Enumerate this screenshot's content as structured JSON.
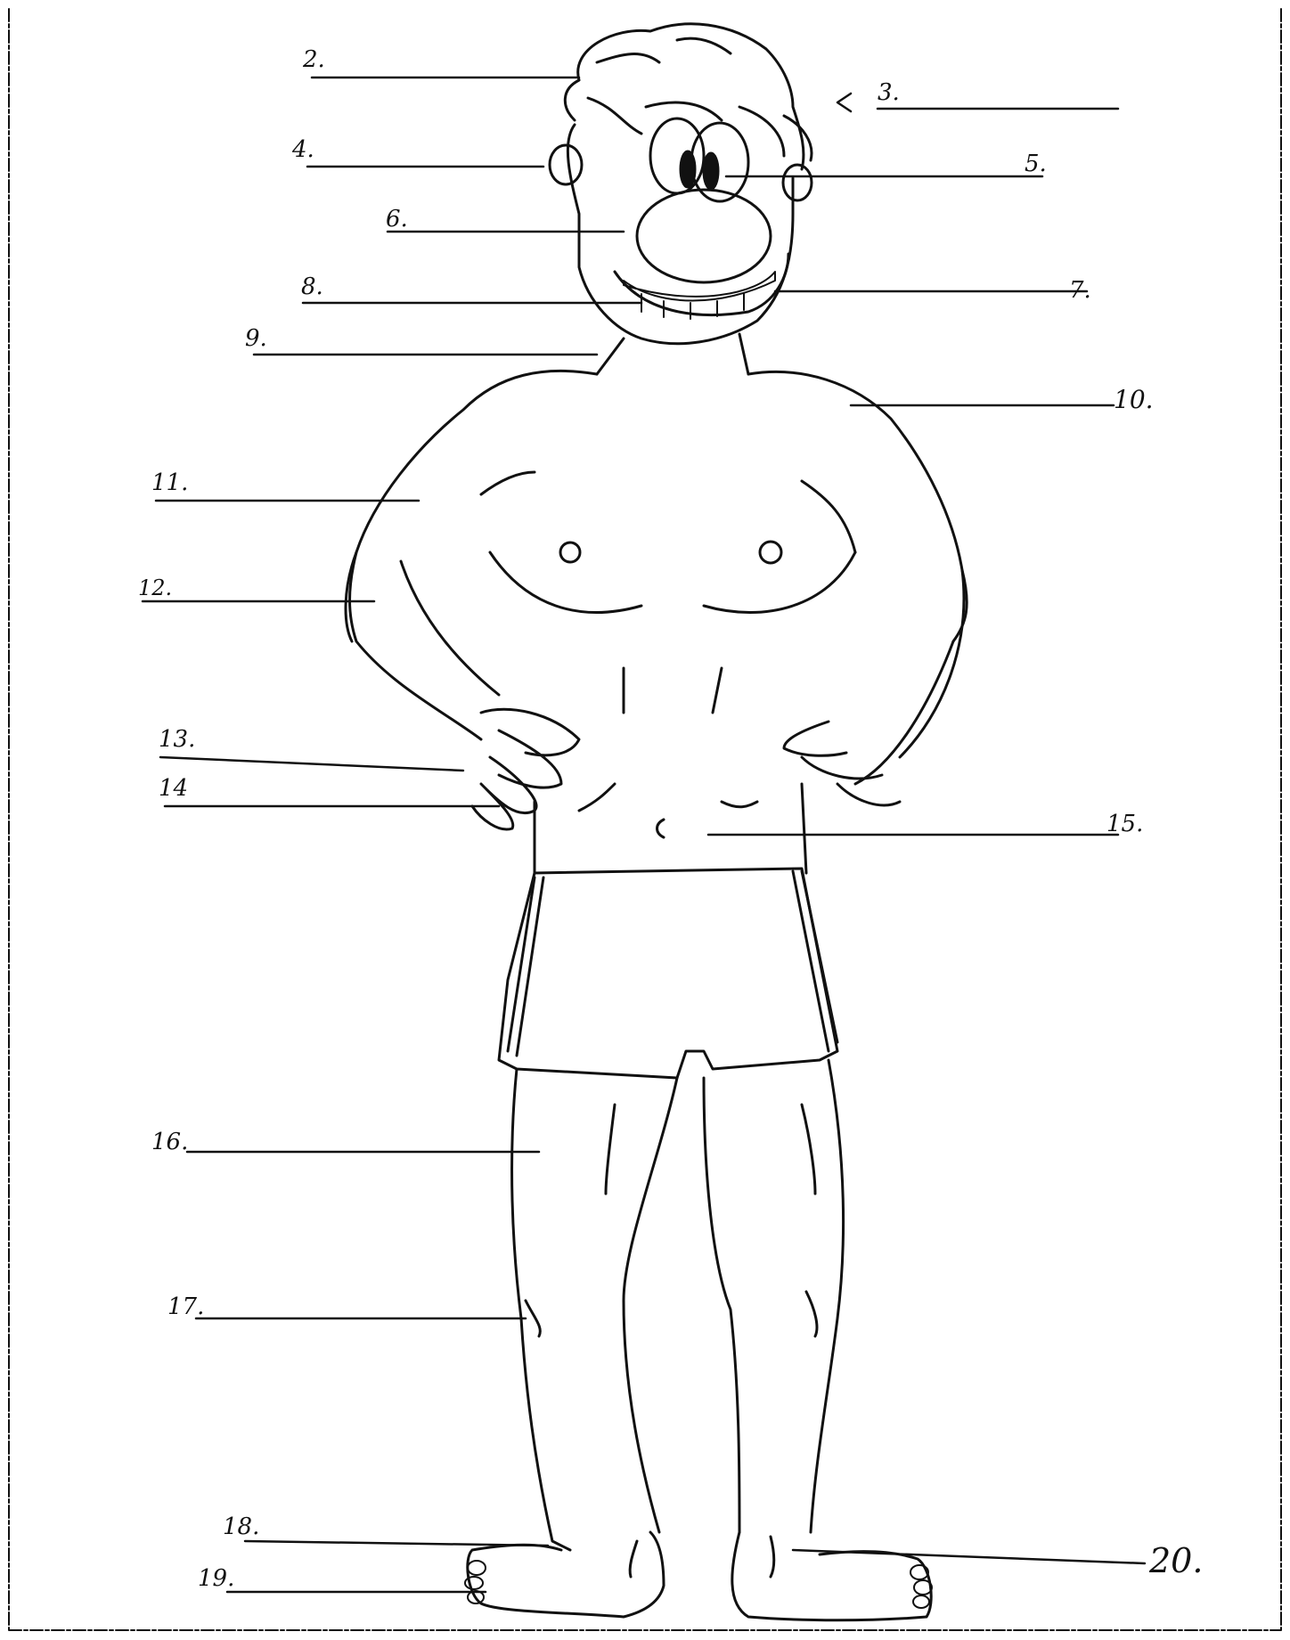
{
  "worksheet": {
    "labels": [
      {
        "id": "2",
        "text": "2."
      },
      {
        "id": "3",
        "text": "3."
      },
      {
        "id": "4",
        "text": "4."
      },
      {
        "id": "5",
        "text": "5."
      },
      {
        "id": "6",
        "text": "6."
      },
      {
        "id": "7",
        "text": "7."
      },
      {
        "id": "8",
        "text": "8."
      },
      {
        "id": "9",
        "text": "9."
      },
      {
        "id": "10",
        "text": "10."
      },
      {
        "id": "11",
        "text": "11."
      },
      {
        "id": "12",
        "text": "12."
      },
      {
        "id": "13",
        "text": "13."
      },
      {
        "id": "14",
        "text": "14"
      },
      {
        "id": "15",
        "text": "15."
      },
      {
        "id": "16",
        "text": "16."
      },
      {
        "id": "17",
        "text": "17."
      },
      {
        "id": "18",
        "text": "18."
      },
      {
        "id": "19",
        "text": "19."
      },
      {
        "id": "20",
        "text": "20."
      }
    ]
  },
  "colors": {
    "ink": "#111111",
    "paper": "#ffffff"
  }
}
